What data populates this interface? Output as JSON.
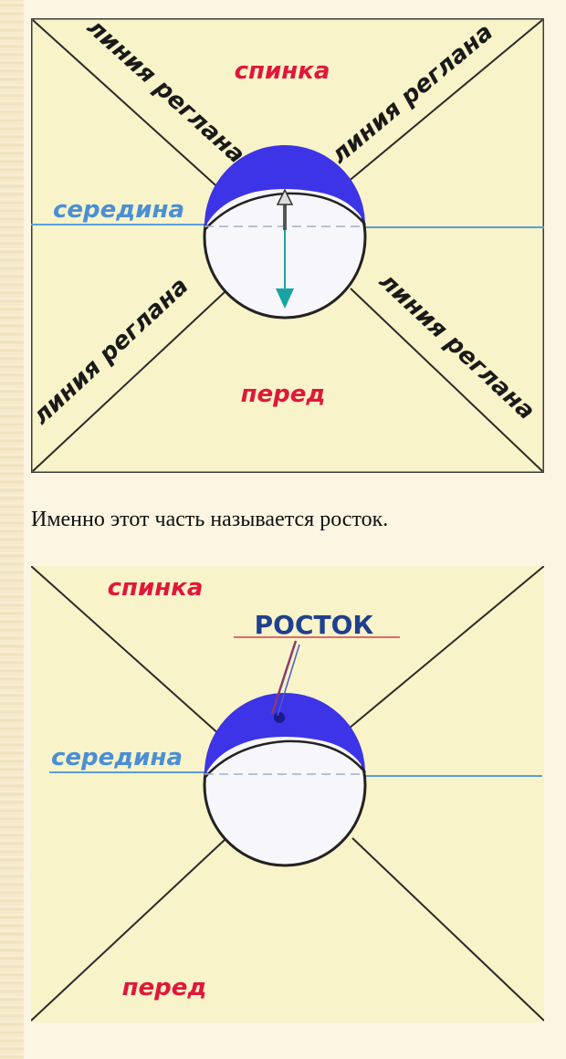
{
  "diagram1": {
    "back_label": "спинка",
    "middle_label": "середина",
    "front_label": "перед",
    "raglan_label": "линия реглана"
  },
  "caption": "Именно этот часть называется росток.",
  "diagram2": {
    "back_label": "спинка",
    "middle_label": "середина",
    "front_label": "перед",
    "callout_label": "РОСТОК"
  },
  "colors": {
    "panel_bg": "#f8f3c8",
    "red_label": "#e0173a",
    "blue_label": "#4a8fd6",
    "neck_blue": "#3c34e6",
    "callout_navy": "#1f3f8f"
  }
}
